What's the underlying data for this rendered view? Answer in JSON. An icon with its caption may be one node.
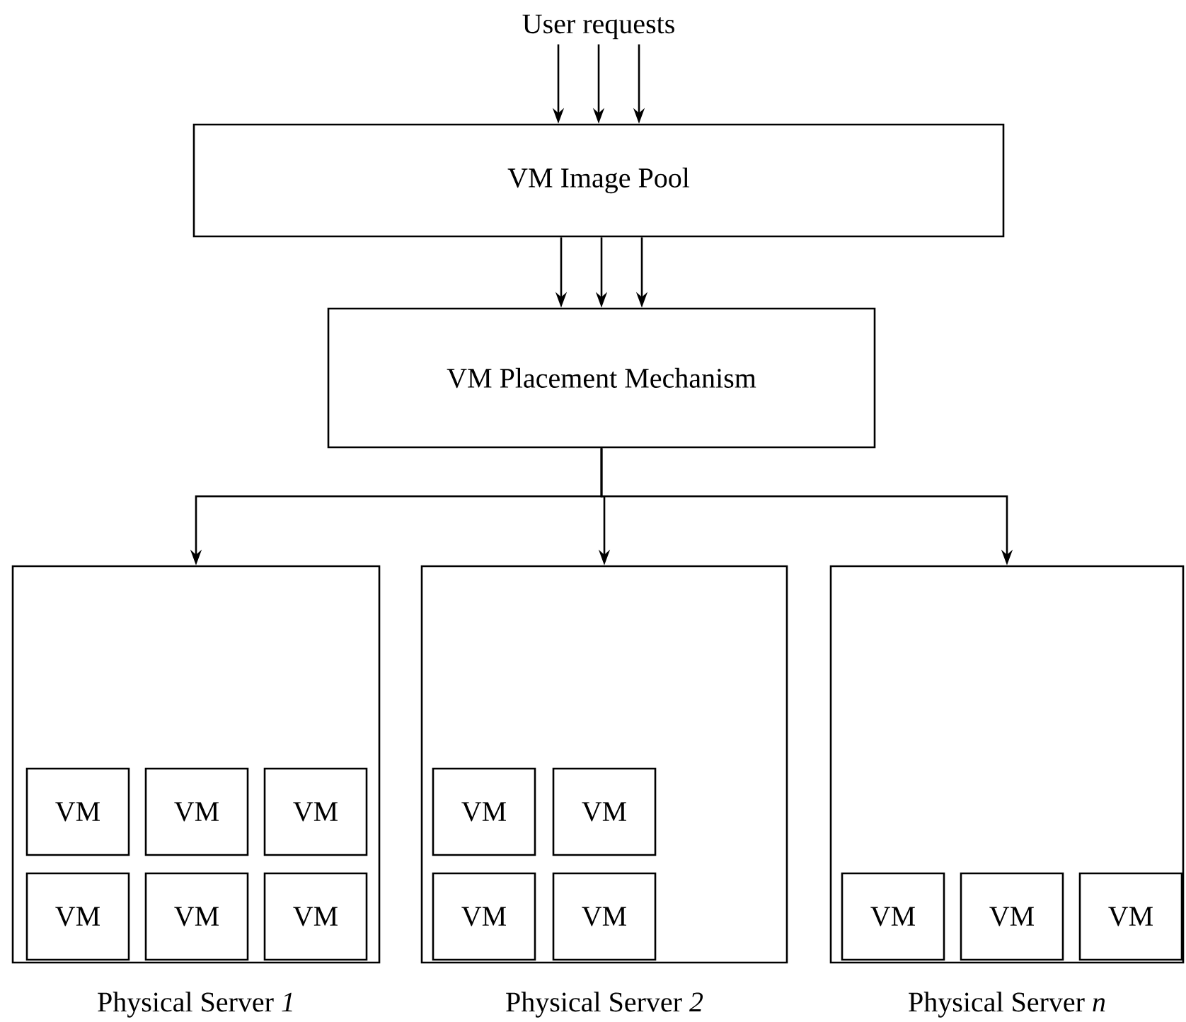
{
  "diagram": {
    "nodes": [
      {
        "text": [
          "User requests"
        ]
      },
      {
        "text": [
          "VM Image Pool"
        ]
      },
      {
        "text": [
          "VM Placement Mechanism"
        ]
      },
      {
        "text": [
          "Physical Server *1*"
        ]
      },
      {
        "text": [
          "VM"
        ],
        "in": 3
      },
      {
        "text": [
          "VM"
        ],
        "in": 3
      },
      {
        "text": [
          "VM"
        ],
        "in": 3
      },
      {
        "text": [
          "VM"
        ],
        "in": 3
      },
      {
        "text": [
          "VM"
        ],
        "in": 3
      },
      {
        "text": [
          "VM"
        ],
        "in": 3
      },
      {
        "text": [
          "Physical Server *2*"
        ]
      },
      {
        "text": [
          "VM"
        ],
        "in": 10
      },
      {
        "text": [
          "VM"
        ],
        "in": 10
      },
      {
        "text": [
          "VM"
        ],
        "in": 10
      },
      {
        "text": [
          "VM"
        ],
        "in": 10
      },
      {
        "text": [
          "Physical Server *n*"
        ]
      },
      {
        "text": [
          "VM"
        ],
        "in": 15
      },
      {
        "text": [
          "VM"
        ],
        "in": 15
      },
      {
        "text": [
          "VM"
        ],
        "in": 15
      }
    ],
    "edges": [
      {
        "from": 0,
        "to": 1,
        "arrow": "to"
      },
      {
        "from": 0,
        "to": 1,
        "arrow": "to"
      },
      {
        "from": 0,
        "to": 1,
        "arrow": "to"
      },
      {
        "from": 1,
        "to": 2,
        "arrow": "to"
      },
      {
        "from": 1,
        "to": 2,
        "arrow": "to"
      },
      {
        "from": 1,
        "to": 2,
        "arrow": "to"
      },
      {
        "from": 2,
        "to": 3,
        "arrow": "to"
      },
      {
        "from": 2,
        "to": 10,
        "arrow": "to"
      },
      {
        "from": 2,
        "to": 15,
        "arrow": "to"
      }
    ]
  }
}
